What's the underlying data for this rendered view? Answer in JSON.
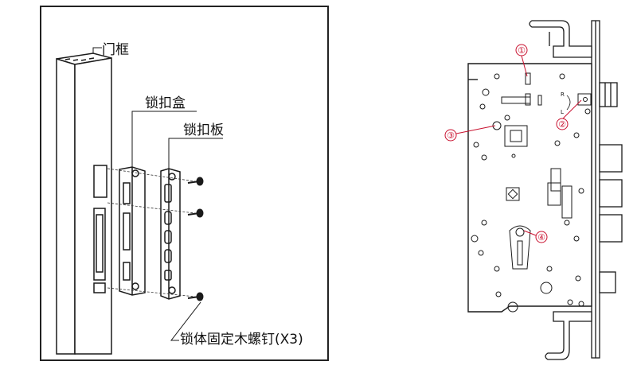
{
  "left_diagram": {
    "labels": {
      "door_frame": "门框",
      "strike_box": "锁扣盒",
      "strike_plate": "锁扣板",
      "screws": "锁体固定木螺钉(X3)"
    }
  },
  "right_diagram": {
    "markers": [
      "①",
      "②",
      "③",
      "④"
    ],
    "direction_letters": {
      "right": "R",
      "left": "L"
    }
  },
  "colors": {
    "line": "#1a1a1a",
    "marker": "#c8102e",
    "frame_border": "#222222"
  }
}
